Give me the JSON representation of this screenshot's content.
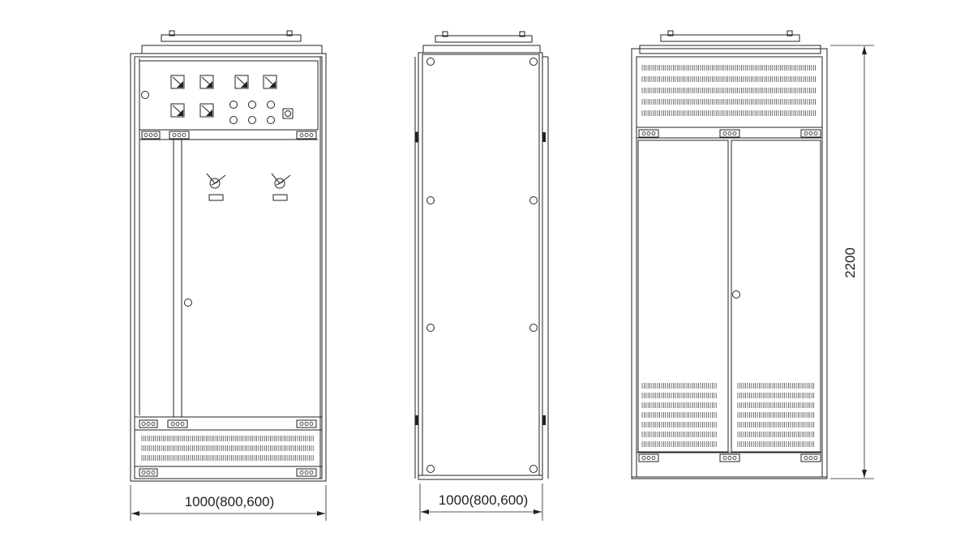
{
  "views": {
    "front": {
      "width_label": "1000(800,600)"
    },
    "side": {
      "width_label": "1000(800,600)"
    },
    "rear": {
      "height_label": "2200"
    }
  },
  "colors": {
    "line": "#222222",
    "background": "#ffffff"
  }
}
